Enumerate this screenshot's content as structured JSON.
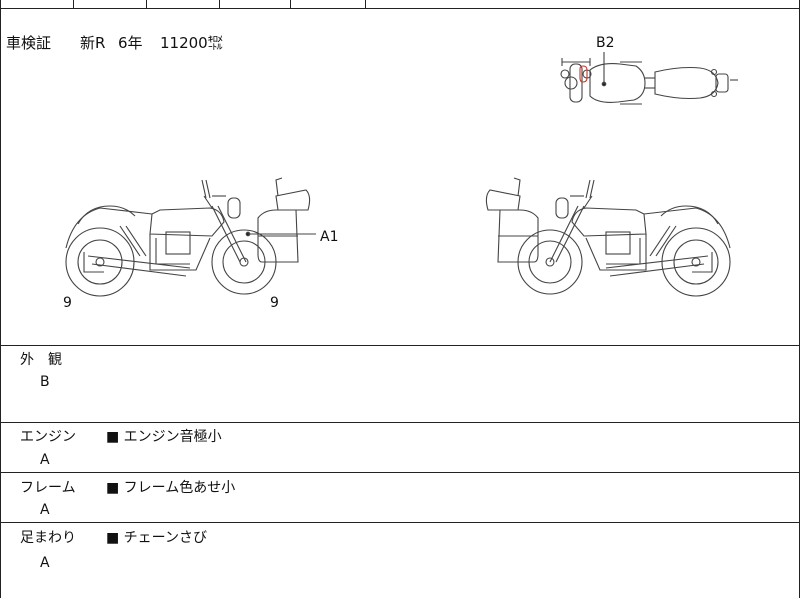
{
  "inspection": {
    "label": "車検証",
    "plate_type": "新R",
    "years": "6年",
    "mileage": "11200㌖"
  },
  "diagram": {
    "marker_b2": "B2",
    "marker_a1": "A1",
    "left_front_wheel_grade": "9",
    "left_rear_wheel_grade": "9",
    "marker_color": "#c0392b"
  },
  "sections": {
    "exterior": {
      "label": "外　観",
      "grade": "B"
    },
    "engine": {
      "label": "エンジン",
      "grade": "A",
      "note": "■ エンジン音極小"
    },
    "frame": {
      "label": "フレーム",
      "grade": "A",
      "note": "■ フレーム色あせ小"
    },
    "suspension": {
      "label": "足まわり",
      "grade": "A",
      "note": "■ チェーンさび"
    }
  }
}
